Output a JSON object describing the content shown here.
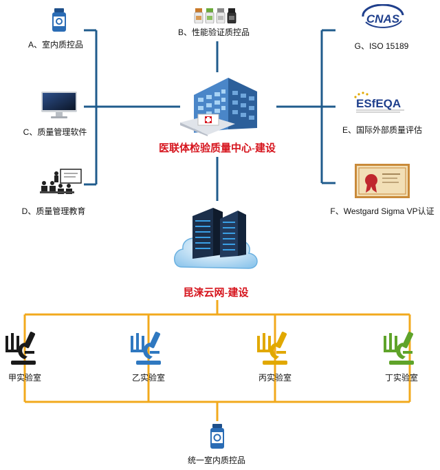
{
  "center": {
    "title": "医联体检验质量中心-建设"
  },
  "cloud": {
    "title": "昆涞云网-建设"
  },
  "left_items": [
    {
      "label": "A、室内质控品",
      "icon": "reagent-bottle-icon"
    },
    {
      "label": "C、质量管理软件",
      "icon": "monitor-icon"
    },
    {
      "label": "D、质量管理教育",
      "icon": "classroom-icon"
    }
  ],
  "top_item": {
    "label": "B、性能验证质控品",
    "icon": "vials-icon"
  },
  "right_items": [
    {
      "label": "G、ISO 15189",
      "icon": "cnas-logo-icon",
      "logo_text": "CNAS"
    },
    {
      "label": "E、国际外部质量评估",
      "icon": "esfeqa-logo-icon",
      "logo_text": "ESfEQA"
    },
    {
      "label": "F、Westgard Sigma VP认证",
      "icon": "certificate-icon"
    }
  ],
  "labs": [
    {
      "label": "甲实验室",
      "color": "#1a1a1a"
    },
    {
      "label": "乙实验室",
      "color": "#2f78c0"
    },
    {
      "label": "丙实验室",
      "color": "#e1a800"
    },
    {
      "label": "丁实验室",
      "color": "#5fa32a"
    }
  ],
  "bottom_item": {
    "label": "统一室内质控品",
    "icon": "reagent-bottle-icon"
  },
  "colors": {
    "blue_line": "#1f5b8c",
    "orange_line": "#f2a91c",
    "title_red": "#d6141d"
  }
}
